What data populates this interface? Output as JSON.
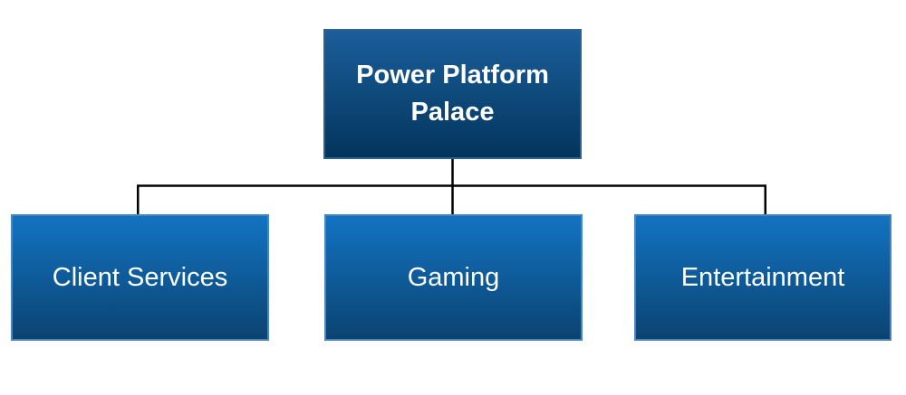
{
  "diagram": {
    "type": "org-chart",
    "root": {
      "label": "Power Platform Palace"
    },
    "children": [
      {
        "label": "Client Services"
      },
      {
        "label": "Gaming"
      },
      {
        "label": "Entertainment"
      }
    ],
    "colors": {
      "root-top": "#1b5e9b",
      "root-bottom": "#03355c",
      "root-border": "#2d628f",
      "child-top": "#1273c2",
      "child-bottom": "#0b4371",
      "child-border": "#4a86bd",
      "connector": "#000000",
      "text-color": "#ffffff"
    }
  }
}
